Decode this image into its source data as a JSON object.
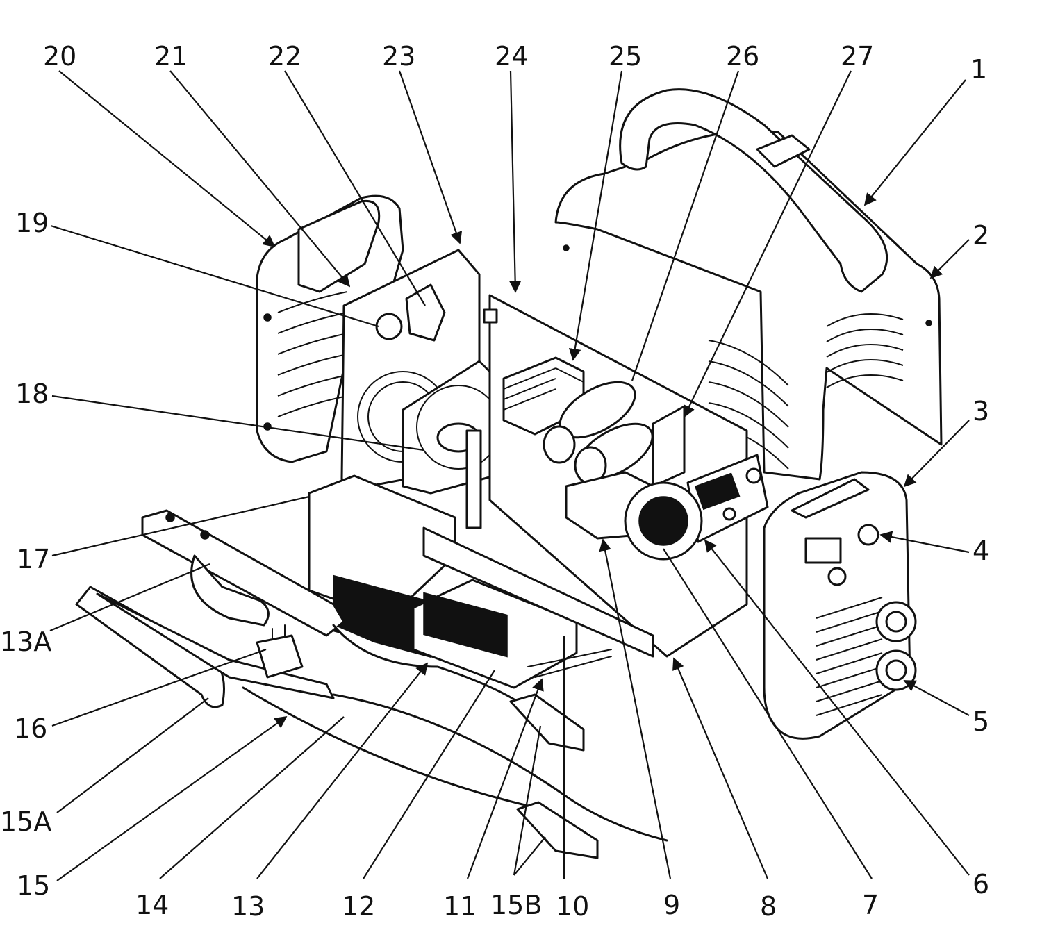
{
  "diagram": {
    "labels": [
      {
        "id": "1",
        "text": "1"
      },
      {
        "id": "2",
        "text": "2"
      },
      {
        "id": "3",
        "text": "3"
      },
      {
        "id": "4",
        "text": "4"
      },
      {
        "id": "5",
        "text": "5"
      },
      {
        "id": "6",
        "text": "6"
      },
      {
        "id": "7",
        "text": "7"
      },
      {
        "id": "8",
        "text": "8"
      },
      {
        "id": "9",
        "text": "9"
      },
      {
        "id": "10",
        "text": "10"
      },
      {
        "id": "11",
        "text": "11"
      },
      {
        "id": "12",
        "text": "12"
      },
      {
        "id": "13",
        "text": "13"
      },
      {
        "id": "13A",
        "text": "13A"
      },
      {
        "id": "14",
        "text": "14"
      },
      {
        "id": "15",
        "text": "15"
      },
      {
        "id": "15A",
        "text": "15A"
      },
      {
        "id": "15B",
        "text": "15B"
      },
      {
        "id": "16",
        "text": "16"
      },
      {
        "id": "17",
        "text": "17"
      },
      {
        "id": "18",
        "text": "18"
      },
      {
        "id": "19",
        "text": "19"
      },
      {
        "id": "20",
        "text": "20"
      },
      {
        "id": "21",
        "text": "21"
      },
      {
        "id": "22",
        "text": "22"
      },
      {
        "id": "23",
        "text": "23"
      },
      {
        "id": "24",
        "text": "24"
      },
      {
        "id": "25",
        "text": "25"
      },
      {
        "id": "26",
        "text": "26"
      },
      {
        "id": "27",
        "text": "27"
      }
    ]
  }
}
